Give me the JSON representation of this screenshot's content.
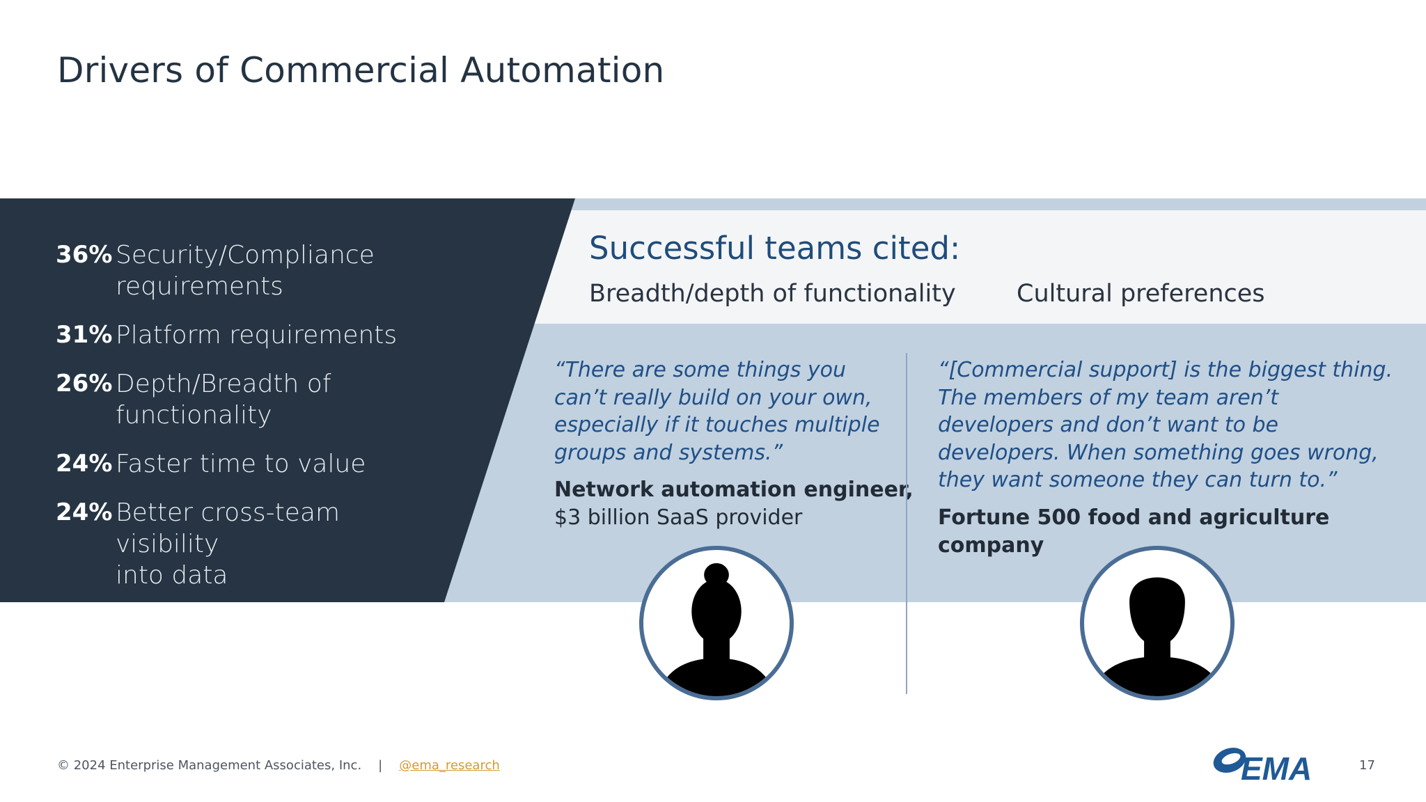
{
  "slide": {
    "title": "Drivers of Commercial Automation"
  },
  "stats": [
    {
      "percent": "36%",
      "label_line1": "Security/Compliance",
      "label_line2": "requirements"
    },
    {
      "percent": "31%",
      "label_line1": "Platform requirements",
      "label_line2": ""
    },
    {
      "percent": "26%",
      "label_line1": "Depth/Breadth of",
      "label_line2": "functionality"
    },
    {
      "percent": "24%",
      "label_line1": "Faster time to value",
      "label_line2": ""
    },
    {
      "percent": "24%",
      "label_line1": "Better cross-team visibility",
      "label_line2": "into data"
    }
  ],
  "cited": {
    "heading": "Successful teams cited:",
    "items": [
      "Breadth/depth of functionality",
      "Cultural preferences"
    ]
  },
  "quotes": [
    {
      "lines": [
        "“There are some things you",
        "can’t really build on your own,",
        "especially if it touches multiple",
        "groups and systems.”"
      ],
      "attribution_bold": "Network automation engineer,",
      "attribution_light": "$3 billion SaaS provider"
    },
    {
      "lines": [
        "“[Commercial support] is the biggest thing.",
        "The members of my team aren’t",
        "developers and don’t want to be",
        "developers. When something goes wrong,",
        "they want someone they can turn to.”"
      ],
      "attribution_bold": "Fortune 500 food and agriculture company",
      "attribution_light": ""
    }
  ],
  "footer": {
    "copyright": "© 2024 Enterprise Management Associates, Inc.",
    "separator": "|",
    "handle": "@ema_research",
    "logo_text": "EMA",
    "page_number": "17"
  },
  "colors": {
    "dark_panel": "#263443",
    "light_blue_band": "#c1d1e0",
    "light_gray_band": "#f3f5f7",
    "accent_blue": "#1f4f86"
  }
}
